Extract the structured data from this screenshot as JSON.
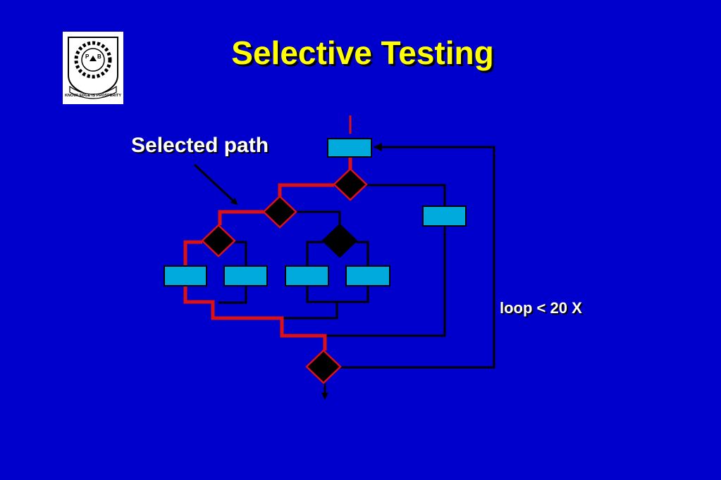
{
  "slide": {
    "title": "Selective Testing",
    "logo_text": "KNOWLEDGE IS PROSPERITY",
    "logo_letters": [
      "P",
      "B"
    ]
  },
  "diagram": {
    "callout_label": "Selected path",
    "loop_label": "loop < 20 X",
    "colors": {
      "background": "#0000cc",
      "title": "#ffff00",
      "box_fill": "#00aadd",
      "decision_fill": "#000000",
      "selected_path": "#dd1111",
      "normal_path": "#000000"
    }
  }
}
